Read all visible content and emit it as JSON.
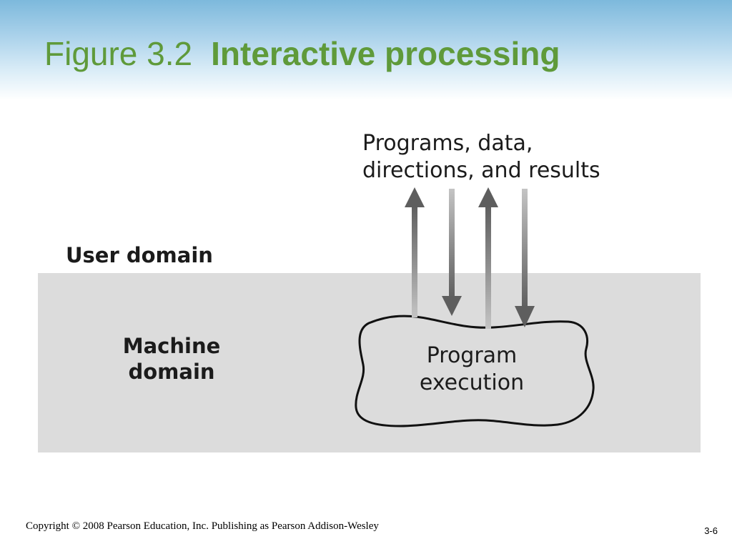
{
  "slide": {
    "title_number": "Figure 3.2",
    "title_text": "Interactive processing",
    "footer_copyright": "Copyright © 2008 Pearson Education, Inc. Publishing as Pearson Addison-Wesley",
    "page_number": "3-6"
  },
  "diagram": {
    "user_domain_label": "User domain",
    "machine_domain_label_line1": "Machine",
    "machine_domain_label_line2": "domain",
    "flow_label_line1": "Programs, data,",
    "flow_label_line2": "directions, and results",
    "process_label_line1": "Program",
    "process_label_line2": "execution",
    "arrows": [
      {
        "direction": "up"
      },
      {
        "direction": "down"
      },
      {
        "direction": "up"
      },
      {
        "direction": "down"
      }
    ],
    "colors": {
      "title": "#5f9a3a",
      "machine_domain_fill": "#dcdcdc",
      "arrow": "#6a6a6a"
    }
  }
}
